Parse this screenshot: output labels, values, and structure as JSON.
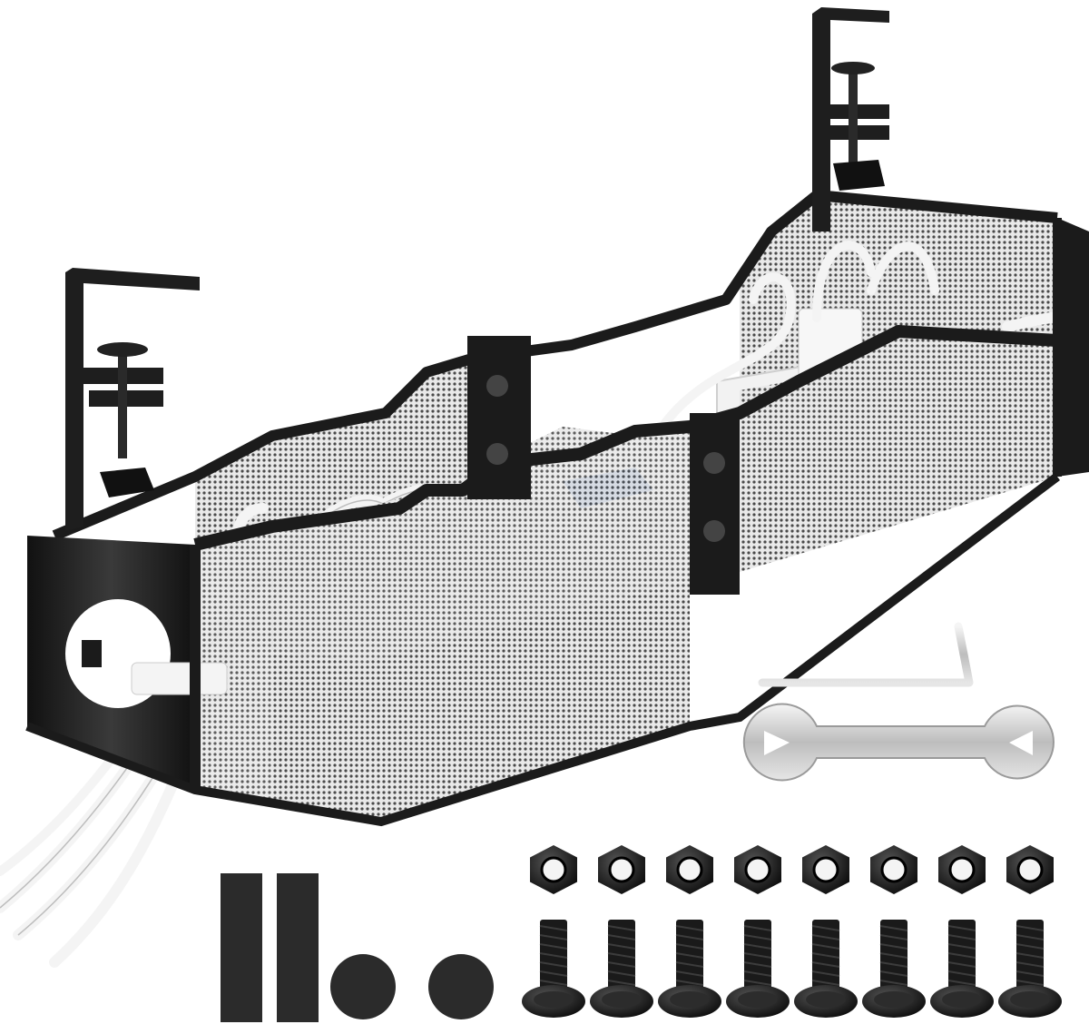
{
  "image": {
    "subject": "",
    "background_color": "#ffffff",
    "colors": {
      "metal": "#1e1e1e",
      "mesh": "#3a3a3a",
      "cable": "#f4f4f4",
      "tool": "#cfcfcf",
      "pad": "#2b2b2b"
    },
    "counts": {
      "hex_nuts": 8,
      "bolts": 8,
      "adhesive_strips": 2,
      "adhesive_dots": 2,
      "clamps": 2,
      "tools": 2
    },
    "icons": [
      "hex-nut-icon",
      "bolt-icon",
      "adhesive-strip-icon",
      "adhesive-dot-icon",
      "wrench-icon",
      "allen-key-icon",
      "clamp-icon"
    ]
  }
}
